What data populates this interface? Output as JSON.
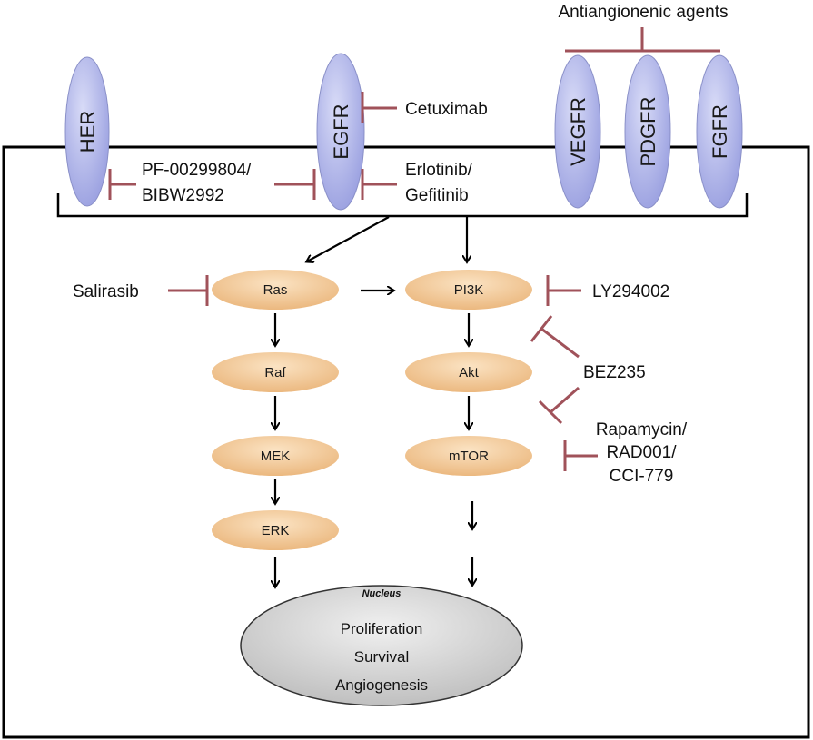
{
  "colors": {
    "receptor_fill": "#b4b9ec",
    "node_fill": "#f2c896",
    "nucleus_fill": "#d9d9d9",
    "inhibitor": "#a0525a",
    "arrow": "#000000"
  },
  "antiangiogenic": {
    "label": "Antiangionenic agents"
  },
  "receptors": {
    "her": "HER",
    "egfr": "EGFR",
    "vegfr": "VEGFR",
    "pdgfr": "PDGFR",
    "fgfr": "FGFR"
  },
  "drugs": {
    "cetuximab": "Cetuximab",
    "pf_line1": "PF-00299804/",
    "pf_line2": "BIBW2992",
    "erlotinib_line1": "Erlotinib/",
    "erlotinib_line2": "Gefitinib",
    "salirasib": "Salirasib",
    "ly294002": "LY294002",
    "bez235": "BEZ235",
    "rapamycin_line1": "Rapamycin/",
    "rapamycin_line2": "RAD001/",
    "rapamycin_line3": "CCI-779"
  },
  "nodes": {
    "ras": "Ras",
    "raf": "Raf",
    "mek": "MEK",
    "erk": "ERK",
    "pi3k": "PI3K",
    "akt": "Akt",
    "mtor": "mTOR"
  },
  "nucleus": {
    "title": "Nucleus",
    "line1": "Proliferation",
    "line2": "Survival",
    "line3": "Angiogenesis"
  }
}
